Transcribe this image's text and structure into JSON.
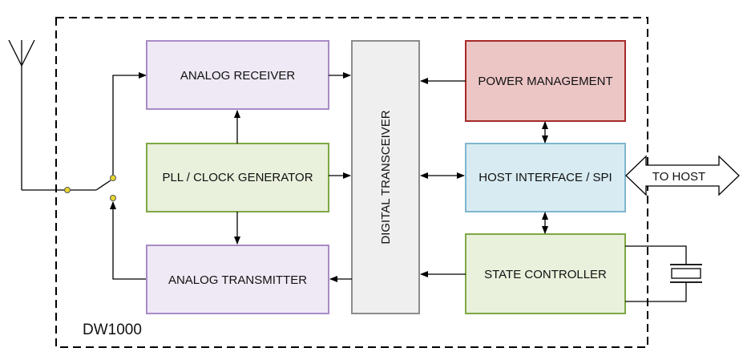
{
  "chip_label": "DW1000",
  "blocks": {
    "analog_receiver": {
      "label": "ANALOG RECEIVER",
      "fill": "#efe9f5",
      "stroke": "#a88bc6"
    },
    "pll": {
      "label": "PLL / CLOCK GENERATOR",
      "fill": "#e9f0dc",
      "stroke": "#7fa845"
    },
    "analog_transmitter": {
      "label": "ANALOG TRANSMITTER",
      "fill": "#efe9f5",
      "stroke": "#a88bc6"
    },
    "digital_transceiver": {
      "label": "DIGITAL TRANSCEIVER",
      "fill": "#efefef",
      "stroke": "#8c8c8c"
    },
    "power_management": {
      "label": "POWER MANAGEMENT",
      "fill": "#ecc5c5",
      "stroke": "#a52a2a"
    },
    "host_interface": {
      "label": "HOST INTERFACE / SPI",
      "fill": "#d8ebf2",
      "stroke": "#80b6cf"
    },
    "state_controller": {
      "label": "STATE CONTROLLER",
      "fill": "#e9f0dc",
      "stroke": "#7fa845"
    }
  },
  "host_arrow": {
    "label": "TO HOST"
  },
  "colors": {
    "line": "#000000",
    "switch_dot": "#e8d530",
    "border": "#000000"
  }
}
